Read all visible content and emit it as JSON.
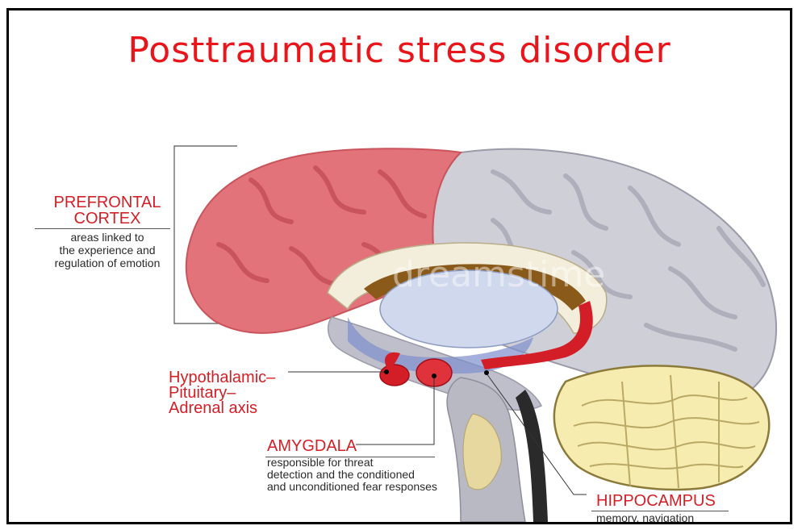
{
  "title": "Posttraumatic stress disorder",
  "labels": {
    "prefrontal_cortex": {
      "name": "PREFRONTAL\nCORTEX",
      "description": "areas linked to\nthe experience and\nregulation of emotion"
    },
    "hpa_axis": {
      "name": "Hypothalamic–\nPituitary–\nAdrenal axis"
    },
    "amygdala": {
      "name": "AMYGDALA",
      "description": "responsible for threat\ndetection and the conditioned\nand unconditioned fear responses"
    },
    "hippocampus": {
      "name": "HIPPOCAMPUS",
      "description": "memory, navigation"
    }
  },
  "colors": {
    "title": "#e8161b",
    "label": "#d31f26",
    "prefrontal": "#e3737a",
    "cortex_gray": "#cfcfd8",
    "cerebellum": "#f6ecb0",
    "limbic_red": "#d41e27",
    "ventricle_blue": "#cfd8ec",
    "corpus_brown": "#8a5a1a"
  },
  "watermark": "dreamstime"
}
